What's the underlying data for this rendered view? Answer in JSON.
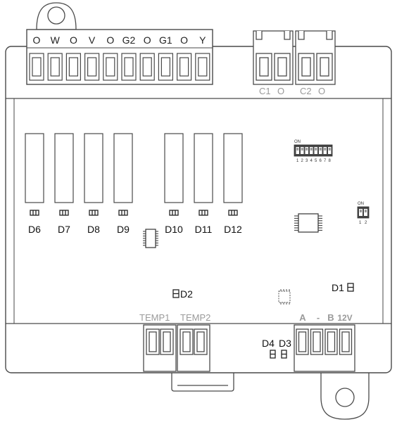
{
  "terminal_top_labels": [
    "O",
    "W",
    "O",
    "V",
    "O",
    "G2",
    "O",
    "G1",
    "O",
    "Y"
  ],
  "c1_label": "C1",
  "c1_o_label": "O",
  "c2_label": "C2",
  "c2_o_label": "O",
  "dip8": {
    "on_label": "ON",
    "numbers": [
      "1",
      "2",
      "3",
      "4",
      "5",
      "6",
      "7",
      "8"
    ]
  },
  "dip2": {
    "on_label": "ON",
    "numbers": [
      "1",
      "2"
    ]
  },
  "relay_leds_left": [
    "D6",
    "D7",
    "D8",
    "D9"
  ],
  "relay_leds_right": [
    "D10",
    "D11",
    "D12"
  ],
  "led_d1": "D1",
  "led_d2": "D2",
  "led_d3": "D3",
  "led_d4": "D4",
  "temp1_label": "TEMP1",
  "temp2_label": "TEMP2",
  "bus_labels": [
    "A",
    "-",
    "B",
    "12V"
  ],
  "colors": {
    "outline": "#4a4a4a",
    "label_gray": "#9a9a9a",
    "text": "#111111"
  }
}
